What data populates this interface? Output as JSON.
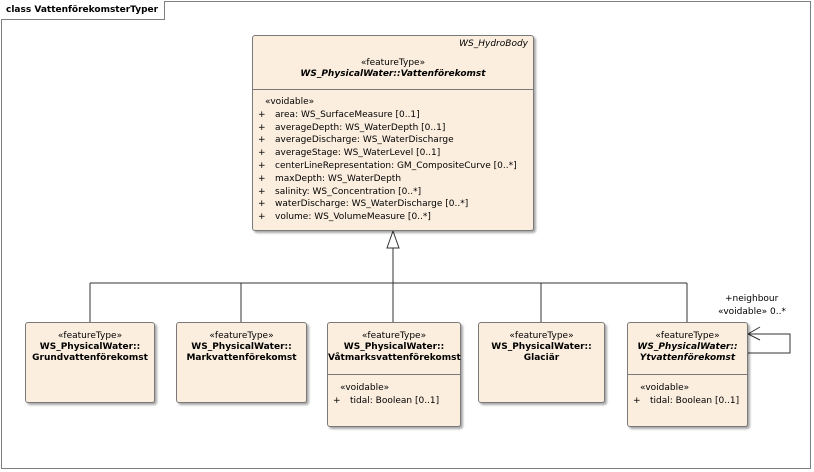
{
  "frame": {
    "title": "class VattenförekomsterTyper"
  },
  "main_class": {
    "tag": "WS_HydroBody",
    "stereotype": "«featureType»",
    "name": "WS_PhysicalWater::Vattenförekomst",
    "group": "«voidable»",
    "attributes": [
      "area: WS_SurfaceMeasure [0..1]",
      "averageDepth: WS_WaterDepth [0..1]",
      "averageDischarge: WS_WaterDischarge",
      "averageStage: WS_WaterLevel [0..1]",
      "centerLineRepresentation: GM_CompositeCurve [0..*]",
      "maxDepth: WS_WaterDepth",
      "salinity: WS_Concentration [0..*]",
      "waterDischarge: WS_WaterDischarge [0..*]",
      "volume: WS_VolumeMeasure [0..*]"
    ],
    "visibility": "+"
  },
  "sub_classes": [
    {
      "stereotype": "«featureType»",
      "package": "WS_PhysicalWater::",
      "name": "Grundvattenförekomst"
    },
    {
      "stereotype": "«featureType»",
      "package": "WS_PhysicalWater::",
      "name": "Markvattenförekomst"
    },
    {
      "stereotype": "«featureType»",
      "package": "WS_PhysicalWater::",
      "name": "Våtmarksvattenförekomst",
      "group": "«voidable»",
      "attribute": "tidal: Boolean [0..1]"
    },
    {
      "stereotype": "«featureType»",
      "package": "WS_PhysicalWater::",
      "name": "Glaciär"
    },
    {
      "stereotype": "«featureType»",
      "package": "WS_PhysicalWater::",
      "name": "Ytvattenförekomst",
      "group": "«voidable»",
      "attribute": "tidal: Boolean [0..1]"
    }
  ],
  "self_association": {
    "role": "+neighbour",
    "multiplicity": "«voidable» 0..*"
  }
}
